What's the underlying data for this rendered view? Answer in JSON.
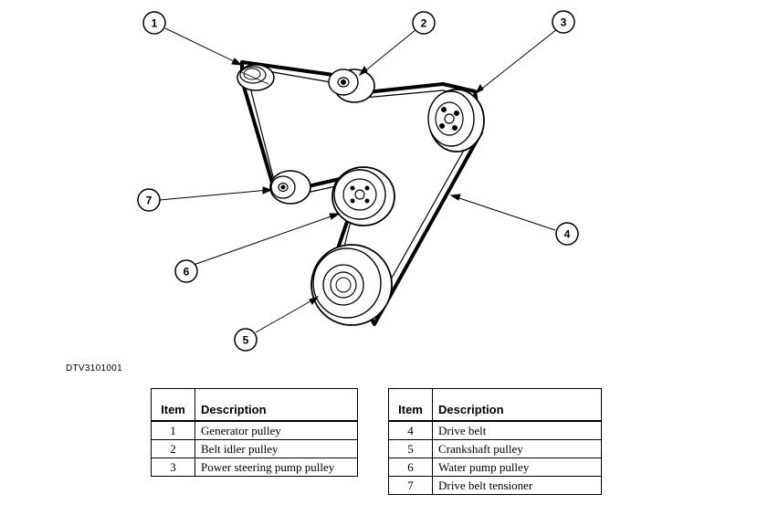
{
  "callouts": [
    "1",
    "2",
    "3",
    "4",
    "5",
    "6",
    "7"
  ],
  "figure_id": "DTV3101001",
  "table_headers": {
    "item": "Item",
    "description": "Description"
  },
  "left_table": [
    {
      "item": "1",
      "description": "Generator pulley"
    },
    {
      "item": "2",
      "description": "Belt idler pulley"
    },
    {
      "item": "3",
      "description": "Power steering pump pulley"
    }
  ],
  "right_table": [
    {
      "item": "4",
      "description": "Drive belt"
    },
    {
      "item": "5",
      "description": "Crankshaft pulley"
    },
    {
      "item": "6",
      "description": "Water pump pulley"
    },
    {
      "item": "7",
      "description": "Drive belt tensioner"
    }
  ]
}
